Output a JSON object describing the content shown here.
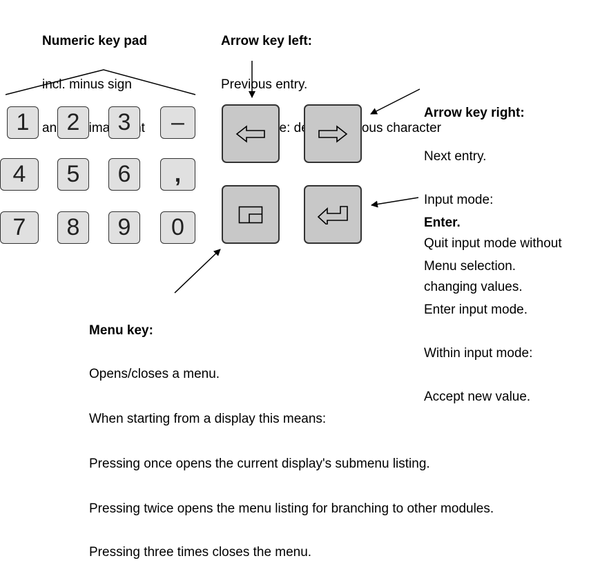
{
  "numpad": {
    "title": "Numeric key pad",
    "lines": [
      "incl. minus sign",
      "and decimal point"
    ],
    "keys": [
      "1",
      "2",
      "3",
      "–",
      "4",
      "5",
      "6",
      ",",
      "7",
      "8",
      "9",
      "0"
    ]
  },
  "arrow_left": {
    "title": "Arrow key left:",
    "lines": [
      "Previous entry.",
      "Input mode: delete previous character"
    ],
    "icon": "arrow-left-icon"
  },
  "arrow_right": {
    "title": "Arrow key right:",
    "lines": [
      "Next entry.",
      "Input mode:",
      "Quit input mode without",
      "changing values."
    ],
    "icon": "arrow-right-icon"
  },
  "enter": {
    "title": "Enter.",
    "lines": [
      "Menu selection.",
      "Enter input mode.",
      "Within input mode:",
      "Accept new value."
    ],
    "icon": "enter-icon"
  },
  "menu": {
    "title": "Menu key:",
    "lines": [
      "Opens/closes a menu.",
      "When starting from a display this means:",
      "Pressing once opens the current display's submenu listing.",
      "Pressing twice opens the menu listing for branching to other modules.",
      "Pressing three times closes the menu."
    ],
    "icon": "menu-icon"
  }
}
